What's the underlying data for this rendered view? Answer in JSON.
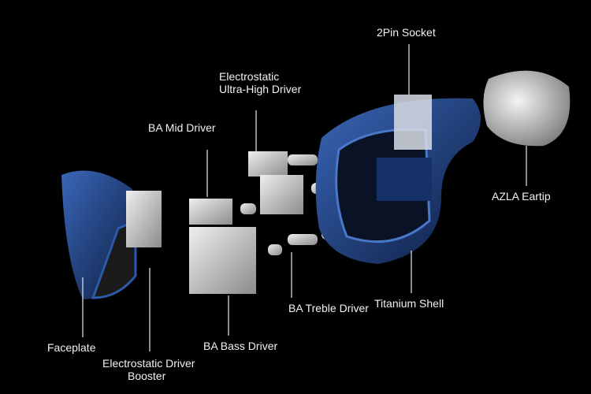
{
  "labels": {
    "pin_socket": "2Pin Socket",
    "ultra_high_line1": "Electrostatic",
    "ultra_high_line2": "Ultra-High Driver",
    "ba_mid": "BA Mid Driver",
    "eartip": "AZLA Eartip",
    "faceplate": "Faceplate",
    "booster_line1": "Electrostatic Driver",
    "booster_line2": "Booster",
    "ba_bass": "BA Bass Driver",
    "ba_treble": "BA Treble Driver",
    "shell": "Titanium Shell"
  },
  "colors": {
    "background": "#000000",
    "shell": "#1d3a72",
    "metal": "#c9c9c9",
    "text": "#f2f2f2"
  }
}
